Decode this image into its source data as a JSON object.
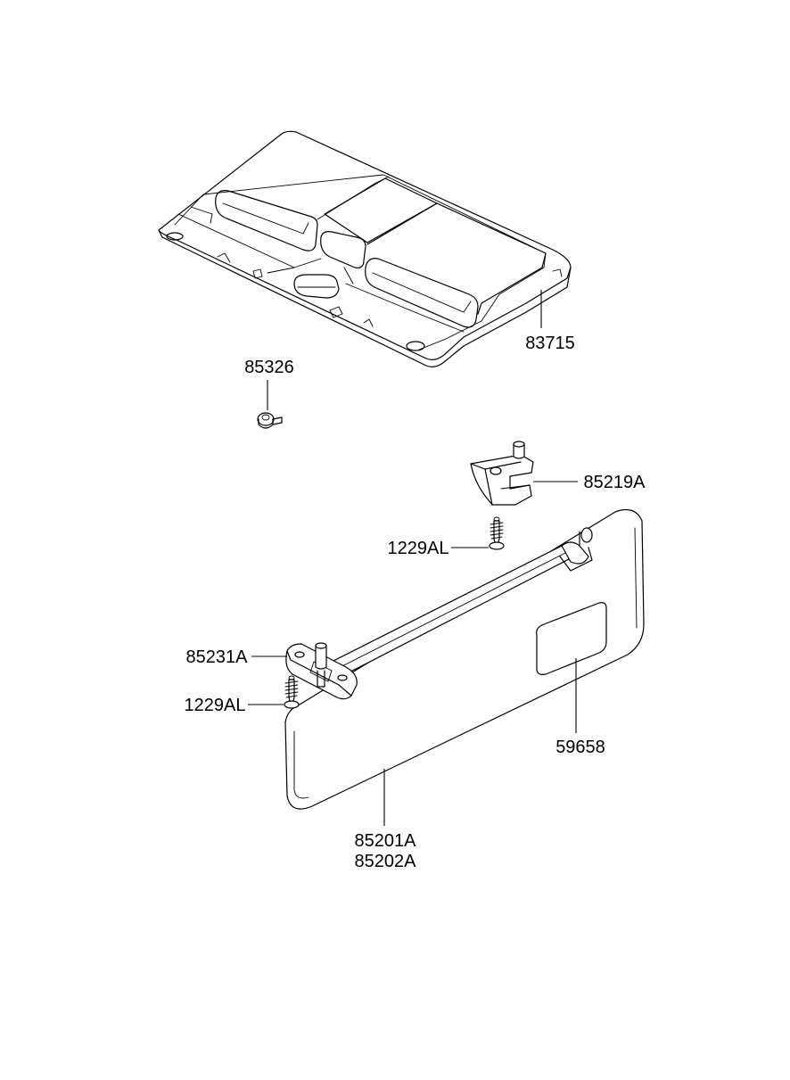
{
  "parts": {
    "headliner": {
      "number": "83715"
    },
    "clip": {
      "number": "85326"
    },
    "retainer": {
      "number": "85219A"
    },
    "screw_upper": {
      "number": "1229AL"
    },
    "bracket": {
      "number": "85231A"
    },
    "screw_lower": {
      "number": "1229AL"
    },
    "mirror": {
      "number": "59658"
    },
    "sunvisor": {
      "number_lh": "85201A",
      "number_rh": "85202A"
    }
  }
}
